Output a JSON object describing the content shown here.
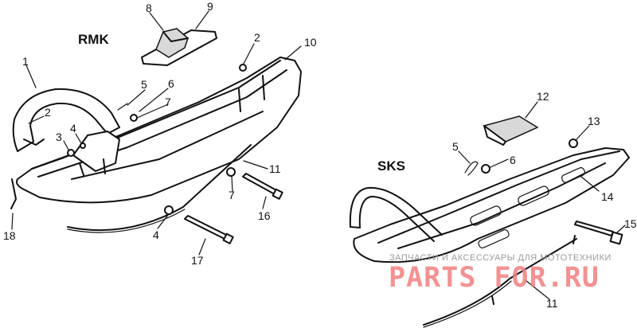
{
  "sections": {
    "rmk": "RMK",
    "sks": "SKS"
  },
  "callouts": {
    "rmk": [
      "1",
      "2",
      "2",
      "3",
      "4",
      "4",
      "5",
      "6",
      "7",
      "7",
      "8",
      "9",
      "10",
      "11",
      "16",
      "17",
      "18"
    ],
    "sks": [
      "5",
      "6",
      "11",
      "12",
      "13",
      "14",
      "15"
    ]
  },
  "watermark": {
    "subtitle": "ЗАПЧАСТИ И АКСЕССУАРЫ ДЛЯ МОТОТЕХНИКИ",
    "logo": "PARTS FOR.RU"
  }
}
